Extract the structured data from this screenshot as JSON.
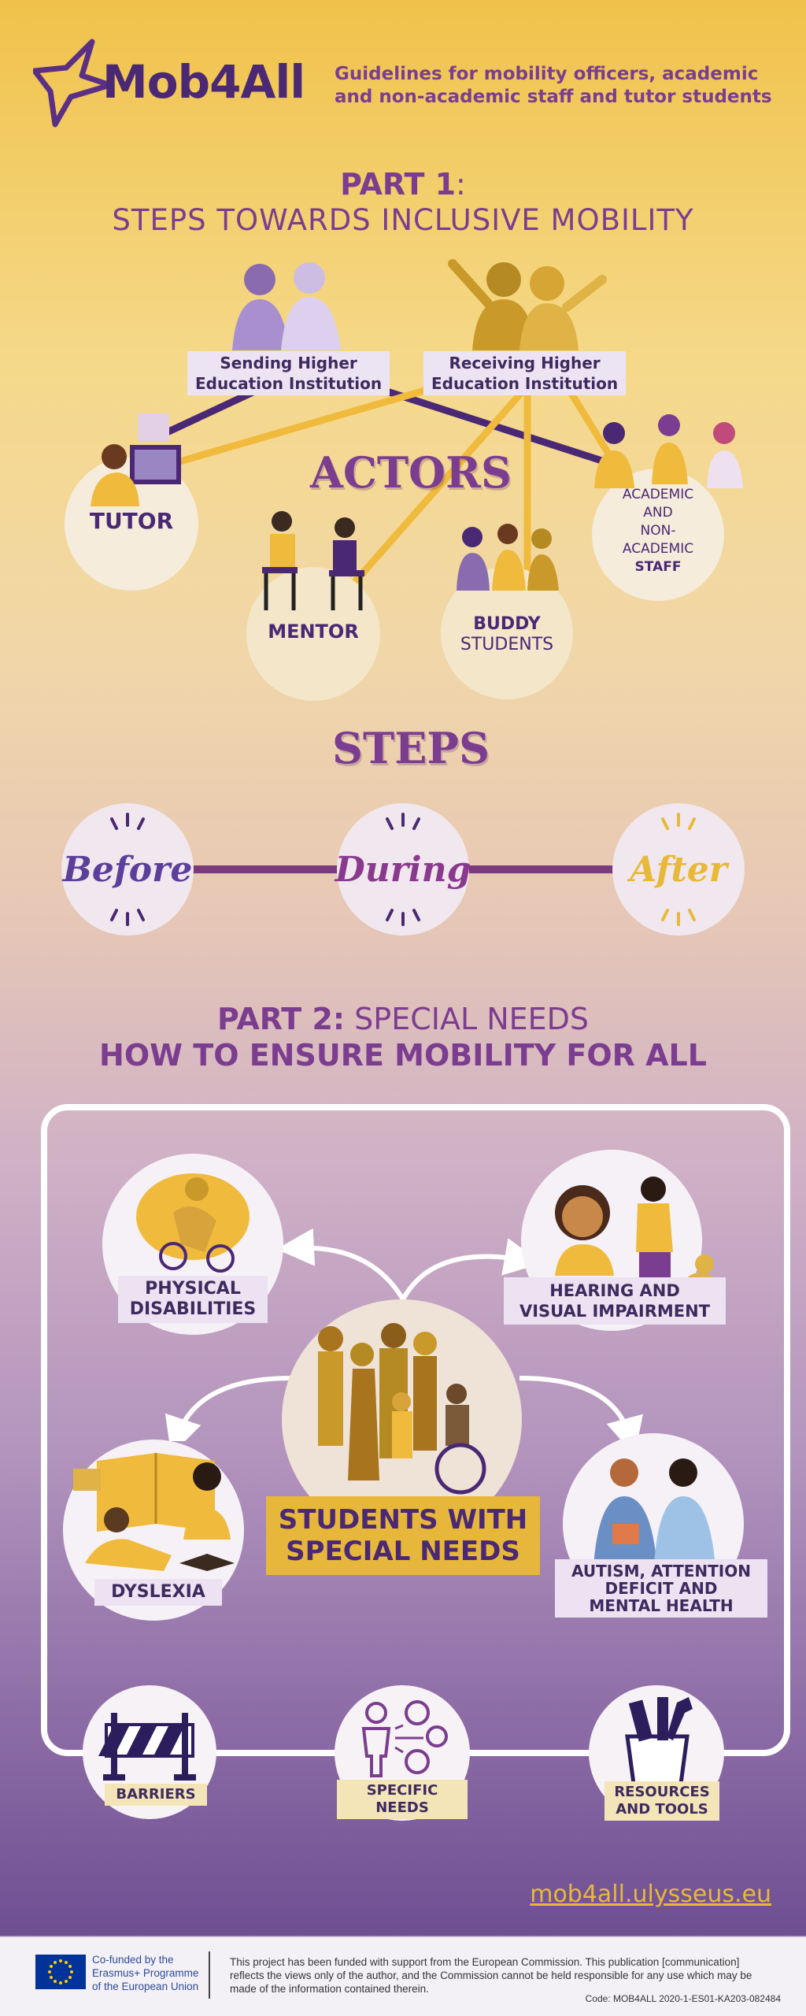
{
  "header": {
    "logo": "Mob4All",
    "subtitle_line1": "Guidelines for mobility officers, academic",
    "subtitle_line2": "and non-academic staff and tutor students"
  },
  "part1": {
    "title_bold": "PART 1",
    "title_colon": ":",
    "subtitle": "STEPS TOWARDS INCLUSIVE MOBILITY"
  },
  "actors": {
    "heading": "ACTORS",
    "sending_line1": "Sending Higher",
    "sending_line2": "Education Institution",
    "receiving_line1": "Receiving Higher",
    "receiving_line2": "Education Institution",
    "tutor": "TUTOR",
    "mentor": "MENTOR",
    "buddy_line1": "BUDDY",
    "buddy_line2": "STUDENTS",
    "staff_line1": "ACADEMIC",
    "staff_line2": "AND",
    "staff_line3": "NON-",
    "staff_line4": "ACADEMIC",
    "staff_line5": "STAFF"
  },
  "steps": {
    "heading": "STEPS",
    "before": "Before",
    "during": "During",
    "after": "After"
  },
  "part2": {
    "title_bold": "PART 2:",
    "title_light": " SPECIAL NEEDS",
    "subtitle": "HOW TO ENSURE MOBILITY FOR ALL"
  },
  "special_needs": {
    "physical_line1": "PHYSICAL",
    "physical_line2": "DISABILITIES",
    "hearing_line1": "HEARING AND",
    "hearing_line2": "VISUAL IMPAIRMENT",
    "center_line1": "STUDENTS WITH",
    "center_line2": "SPECIAL NEEDS",
    "dyslexia": "DYSLEXIA",
    "autism_line1": "AUTISM, ATTENTION",
    "autism_line2": "DEFICIT AND",
    "autism_line3": "MENTAL HEALTH",
    "barriers": "BARRIERS",
    "specific": "SPECIFIC NEEDS",
    "resources_line1": "RESOURCES",
    "resources_line2": "AND TOOLS"
  },
  "website": "mob4all.ulysseus.eu",
  "footer": {
    "eu_line1": "Co-funded by the",
    "eu_line2": "Erasmus+ Programme",
    "eu_line3": "of the European Union",
    "disclaimer_line1": "This project has been funded with support from the European Commission. This publication [communication]",
    "disclaimer_line2": "reflects the views only of the author, and the Commission cannot be held responsible for any use which may be",
    "disclaimer_line3": "made of the information contained therein.",
    "code": "Code: MOB4ALL 2020-1-ES01-KA203-082484"
  },
  "colors": {
    "brand_purple": "#5b2f86",
    "accent_yellow": "#e6b73a",
    "eu_blue": "#003399"
  }
}
